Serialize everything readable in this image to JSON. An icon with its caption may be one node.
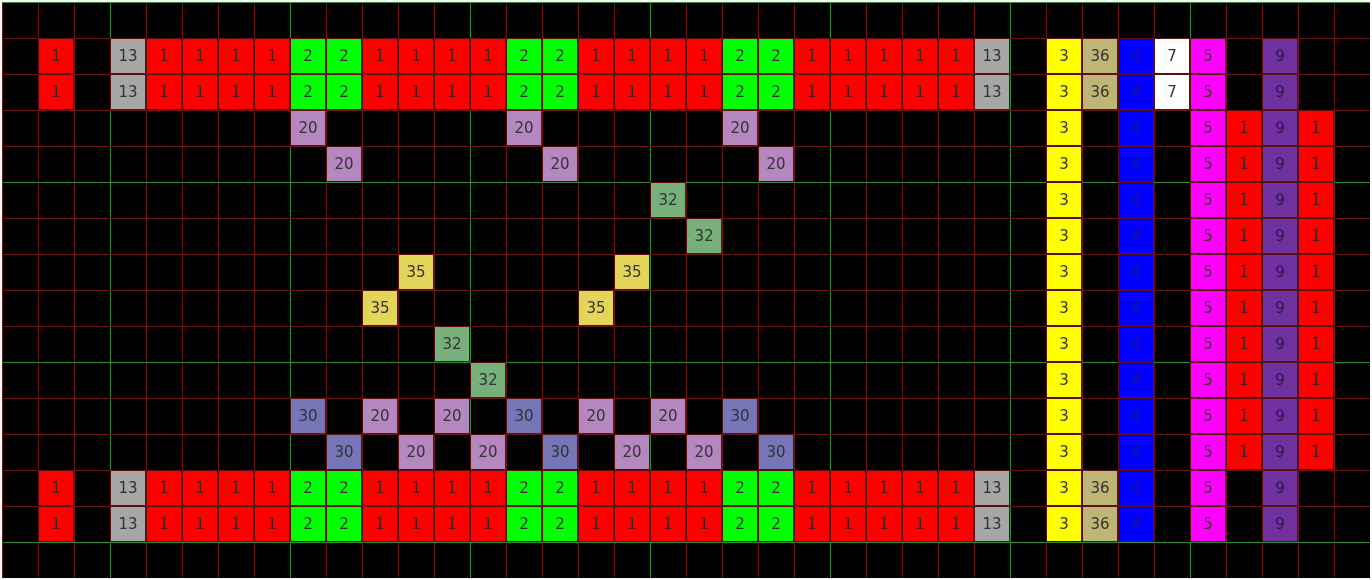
{
  "diagram": {
    "labels": [
      "1",
      "13",
      "1",
      "1",
      "1",
      "1",
      "2",
      "2",
      "1",
      "1",
      "1",
      "1",
      "2",
      "2",
      "1",
      "1",
      "1",
      "1",
      "2",
      "2",
      "1",
      "1",
      "1",
      "1",
      "1",
      "13",
      "3",
      "36",
      "4",
      "7",
      "5",
      "9",
      "1",
      "13",
      "1",
      "1",
      "1",
      "1",
      "2",
      "2",
      "1",
      "1",
      "1",
      "1",
      "2",
      "2",
      "1",
      "1",
      "1",
      "1",
      "2",
      "2",
      "1",
      "1",
      "1",
      "1",
      "1",
      "13",
      "3",
      "36",
      "4",
      "7",
      "5",
      "9",
      "20",
      "20",
      "20",
      "3",
      "4",
      "5",
      "1",
      "9",
      "1",
      "20",
      "20",
      "20",
      "3",
      "4",
      "5",
      "1",
      "9",
      "1",
      "32",
      "3",
      "4",
      "5",
      "1",
      "9",
      "1",
      "32",
      "3",
      "4",
      "5",
      "1",
      "9",
      "1",
      "35",
      "35",
      "3",
      "4",
      "5",
      "1",
      "9",
      "1",
      "35",
      "35",
      "3",
      "4",
      "5",
      "1",
      "9",
      "1",
      "32",
      "3",
      "4",
      "5",
      "1",
      "9",
      "1",
      "32",
      "3",
      "4",
      "5",
      "1",
      "9",
      "1",
      "30",
      "20",
      "20",
      "30",
      "20",
      "20",
      "30",
      "3",
      "4",
      "5",
      "1",
      "9",
      "1",
      "30",
      "20",
      "20",
      "30",
      "20",
      "20",
      "30",
      "3",
      "4",
      "5",
      "1",
      "9",
      "1",
      "1",
      "13",
      "1",
      "1",
      "1",
      "1",
      "2",
      "2",
      "1",
      "1",
      "1",
      "1",
      "2",
      "2",
      "1",
      "1",
      "1",
      "1",
      "2",
      "2",
      "1",
      "1",
      "1",
      "1",
      "1",
      "13",
      "3",
      "36",
      "4",
      "5",
      "9",
      "1",
      "13",
      "1",
      "1",
      "1",
      "1",
      "2",
      "2",
      "1",
      "1",
      "1",
      "1",
      "2",
      "2",
      "1",
      "1",
      "1",
      "1",
      "2",
      "2",
      "1",
      "1",
      "1",
      "1",
      "1",
      "13",
      "3",
      "36",
      "4",
      "5",
      "9"
    ]
  }
}
